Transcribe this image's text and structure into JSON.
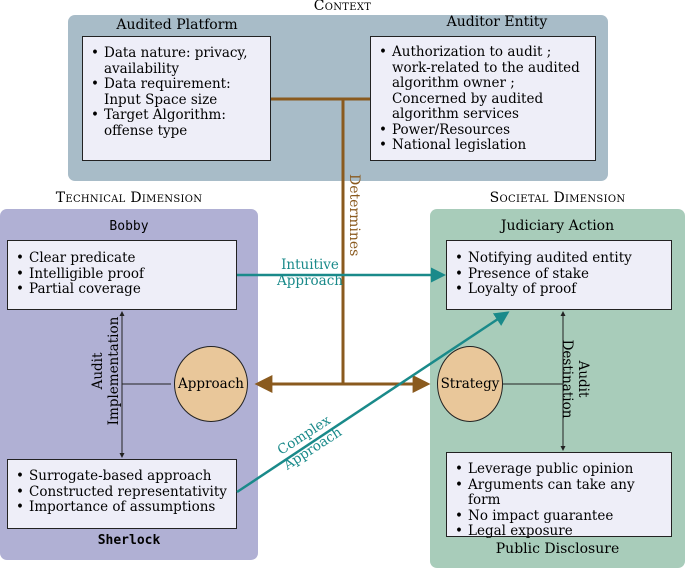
{
  "context": {
    "heading": "Context",
    "platform": {
      "title": "Audited Platform",
      "items": [
        "Data nature: privacy, availability",
        "Data requirement: Input Space size",
        "Target Algorithm: offense type"
      ]
    },
    "auditor": {
      "title": "Auditor Entity",
      "items": [
        "Authorization to audit ; work-related to the audited algorithm owner ; Concerned by audited algorithm services",
        "Power/Resources",
        "National legislation"
      ]
    }
  },
  "technical": {
    "heading": "Technical Dimension",
    "bobby": {
      "title": "Bobby",
      "items": [
        "Clear predicate",
        "Intelligible proof",
        "Partial coverage"
      ]
    },
    "sherlock": {
      "title": "Sherlock",
      "items": [
        "Surrogate-based approach",
        "Constructed representativity",
        "Importance of assumptions"
      ]
    },
    "approach": "Approach",
    "implementation_label": [
      "Audit",
      "Implementation"
    ]
  },
  "societal": {
    "heading": "Societal Dimension",
    "judiciary": {
      "title": "Judiciary Action",
      "items": [
        "Notifying audited entity",
        "Presence of stake",
        "Loyalty of proof"
      ]
    },
    "disclosure": {
      "title": "Public Disclosure",
      "items": [
        "Leverage public opinion",
        "Arguments can take any form",
        "No impact guarantee",
        "Legal exposure"
      ]
    },
    "strategy": "Strategy",
    "destination_label": [
      "Audit",
      "Destination"
    ]
  },
  "connections": {
    "determines": "Determines",
    "intuitive": [
      "Intuitive",
      "Approach"
    ],
    "complex": [
      "Complex",
      "Approach"
    ]
  },
  "colors": {
    "context_bg": "#a8bcc8",
    "technical_bg": "#b0b0d4",
    "societal_bg": "#a8ccba",
    "box_bg": "#eeeef8",
    "circle_fill": "#e9c79a",
    "brown": "#8a5a1e",
    "teal": "#1a8a8a"
  }
}
